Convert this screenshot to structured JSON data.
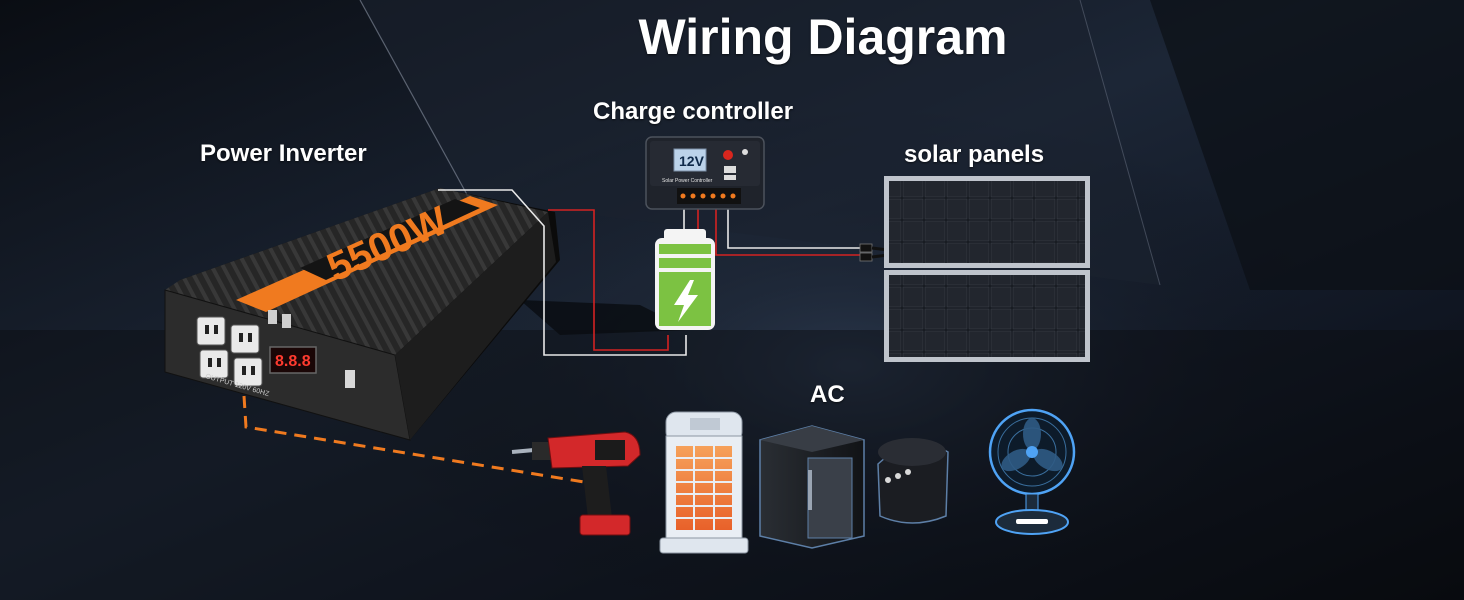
{
  "title": "Wiring Diagram",
  "components": {
    "inverter": {
      "label": "Power Inverter",
      "wattage": "5500W",
      "output_text": "OUTPUT 120V 60HZ"
    },
    "controller": {
      "label": "Charge controller",
      "voltage": "12V",
      "device_text": "Solar Power Controller"
    },
    "solar": {
      "label": "solar panels"
    },
    "loads": {
      "label": "AC"
    }
  },
  "colors": {
    "positive_wire": "#d32222",
    "negative_wire": "#e8e8e8",
    "ac_link": "#f07a1f",
    "accent_orange": "#f07a1f",
    "battery_green": "#7cc242"
  },
  "icons": [
    "inverter-icon",
    "charge-controller-icon",
    "battery-icon",
    "lightning-icon",
    "solar-panel-icon",
    "drill-icon",
    "heater-icon",
    "fridge-icon",
    "rice-cooker-icon",
    "fan-icon"
  ]
}
